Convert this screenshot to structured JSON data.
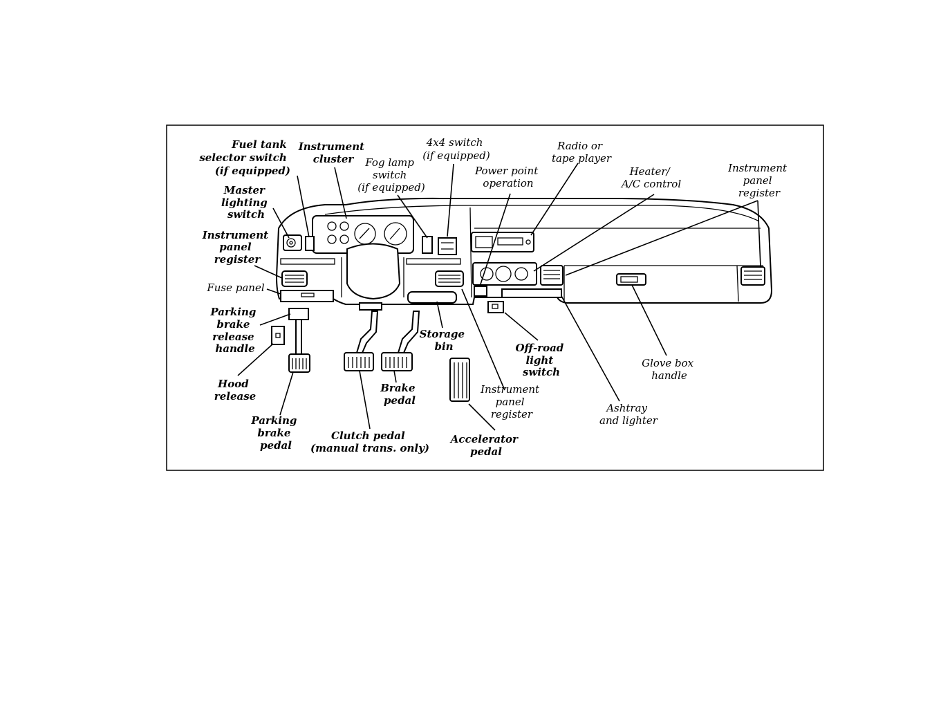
{
  "labels": {
    "fuel_tank": [
      "Fuel tank",
      "selector switch",
      "(if equipped)"
    ],
    "instrument_cluster": [
      "Instrument",
      "cluster"
    ],
    "fog_lamp": [
      "Fog lamp",
      "switch",
      "(if equipped)"
    ],
    "four_by_four": [
      "4x4 switch",
      "(if equipped)"
    ],
    "power_point": [
      "Power point",
      "operation"
    ],
    "radio": [
      "Radio or",
      "tape player"
    ],
    "heater": [
      "Heater/",
      "A/C control"
    ],
    "ip_register_right": [
      "Instrument",
      "panel",
      "register"
    ],
    "master_lighting": [
      "Master",
      "lighting",
      "switch"
    ],
    "ip_register_left": [
      "Instrument",
      "panel",
      "register"
    ],
    "fuse_panel": [
      "Fuse panel"
    ],
    "parking_brake_release": [
      "Parking",
      "brake",
      "release",
      "handle"
    ],
    "hood_release": [
      "Hood",
      "release"
    ],
    "parking_brake_pedal": [
      "Parking",
      "brake",
      "pedal"
    ],
    "clutch_pedal": [
      "Clutch pedal",
      "(manual trans. only)"
    ],
    "brake_pedal": [
      "Brake",
      "pedal"
    ],
    "storage_bin": [
      "Storage",
      "bin"
    ],
    "ip_register_center": [
      "Instrument",
      "panel",
      "register"
    ],
    "accelerator_pedal": [
      "Accelerator",
      "pedal"
    ],
    "off_road": [
      "Off-road",
      "light",
      "switch"
    ],
    "ashtray": [
      "Ashtray",
      "and lighter"
    ],
    "glove_box": [
      "Glove box",
      "handle"
    ]
  }
}
